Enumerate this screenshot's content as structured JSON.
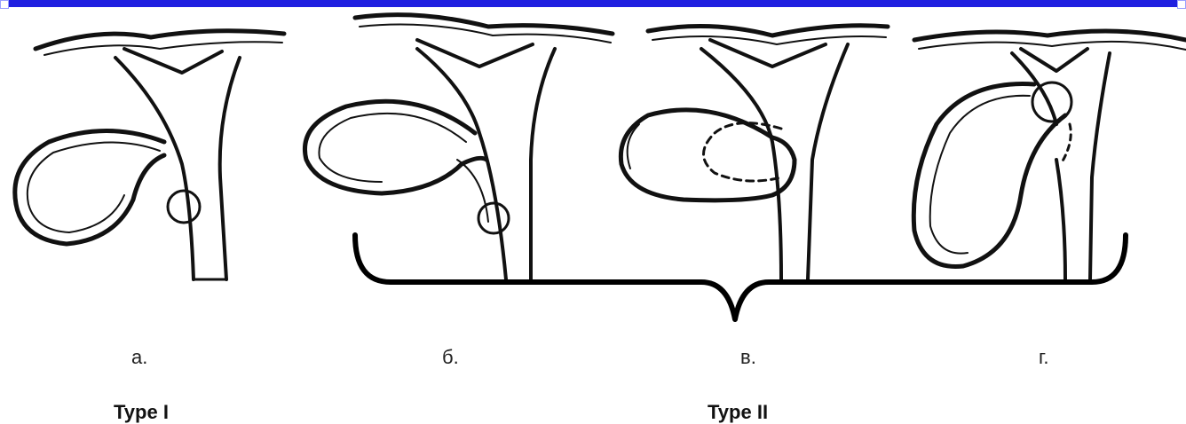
{
  "panels": [
    {
      "letter": "а.",
      "icon": "gallbladder-duct-anatomy-a"
    },
    {
      "letter": "б.",
      "icon": "gallbladder-duct-anatomy-b"
    },
    {
      "letter": "в.",
      "icon": "gallbladder-duct-anatomy-v"
    },
    {
      "letter": "г.",
      "icon": "gallbladder-duct-anatomy-g"
    }
  ],
  "types": {
    "type1": "Type I",
    "type2": "Type II"
  },
  "colors": {
    "frame": "#2020e0",
    "ink": "#111111"
  }
}
